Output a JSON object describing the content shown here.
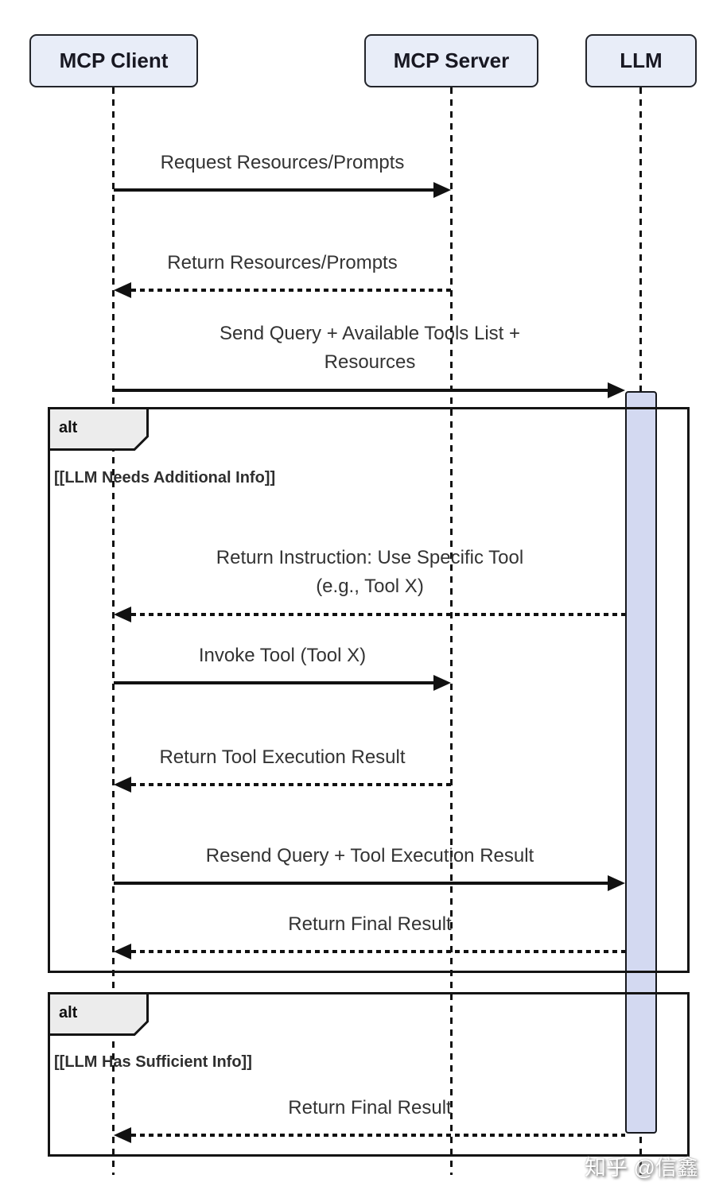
{
  "diagram_type": "sequence-diagram",
  "actors": [
    {
      "name": "MCP Client"
    },
    {
      "name": "MCP Server"
    },
    {
      "name": "LLM"
    }
  ],
  "messages": [
    {
      "from": "MCP Client",
      "to": "MCP Server",
      "line": "solid",
      "label": "Request Resources/Prompts"
    },
    {
      "from": "MCP Server",
      "to": "MCP Client",
      "line": "dashed",
      "label": "Return Resources/Prompts"
    },
    {
      "from": "MCP Client",
      "to": "LLM",
      "line": "solid",
      "label": "Send Query + Available Tools List +\nResources"
    },
    {
      "from": "LLM",
      "to": "MCP Client",
      "line": "dashed",
      "label": "Return Instruction: Use Specific Tool\n(e.g., Tool X)"
    },
    {
      "from": "MCP Client",
      "to": "MCP Server",
      "line": "solid",
      "label": "Invoke Tool (Tool X)"
    },
    {
      "from": "MCP Server",
      "to": "MCP Client",
      "line": "dashed",
      "label": "Return Tool Execution Result"
    },
    {
      "from": "MCP Client",
      "to": "LLM",
      "line": "solid",
      "label": "Resend Query + Tool Execution Result"
    },
    {
      "from": "LLM",
      "to": "MCP Client",
      "line": "dashed",
      "label": "Return Final Result"
    },
    {
      "from": "LLM",
      "to": "MCP Client",
      "line": "dashed",
      "label": "Return Final Result"
    }
  ],
  "frames": [
    {
      "operator": "alt",
      "condition": "[[LLM Needs Additional Info]]"
    },
    {
      "operator": "alt",
      "condition": "[[LLM Has Sufficient Info]]"
    }
  ],
  "watermark": "知乎 @信鑫",
  "colors": {
    "actor_fill": "#E8EDF8",
    "actor_border": "#23252B",
    "activation_fill": "#D3D9F1",
    "frame_label_fill": "#ECECEC",
    "line": "#111111",
    "message_text": "#333333"
  }
}
